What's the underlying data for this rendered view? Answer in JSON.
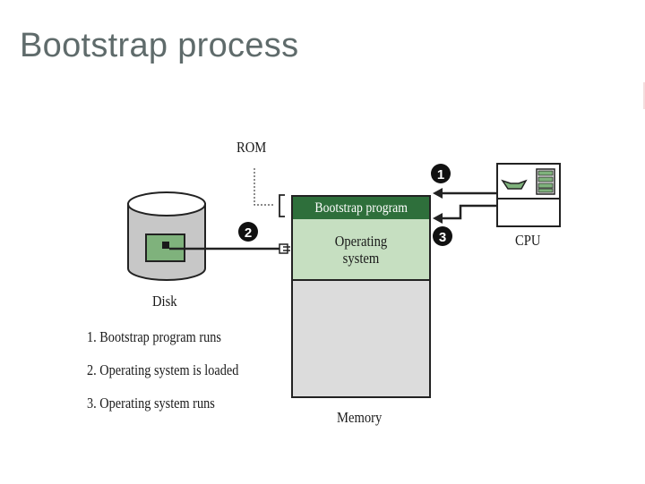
{
  "slide": {
    "title": "Bootstrap process"
  },
  "labels": {
    "rom": "ROM",
    "disk": "Disk",
    "cpu": "CPU",
    "memory": "Memory"
  },
  "memory": {
    "bootstrap_program": "Bootstrap program",
    "operating_system": "Operating system"
  },
  "markers": [
    "1",
    "2",
    "3"
  ],
  "steps": [
    "1. Bootstrap program runs",
    "2. Operating system is loaded",
    "3. Operating system runs"
  ],
  "colors": {
    "bootstrap_fill": "#2e6f3b",
    "os_fill": "#c6dfc1",
    "memory_fill": "#dcdcdc",
    "marker_fill": "#111111"
  }
}
